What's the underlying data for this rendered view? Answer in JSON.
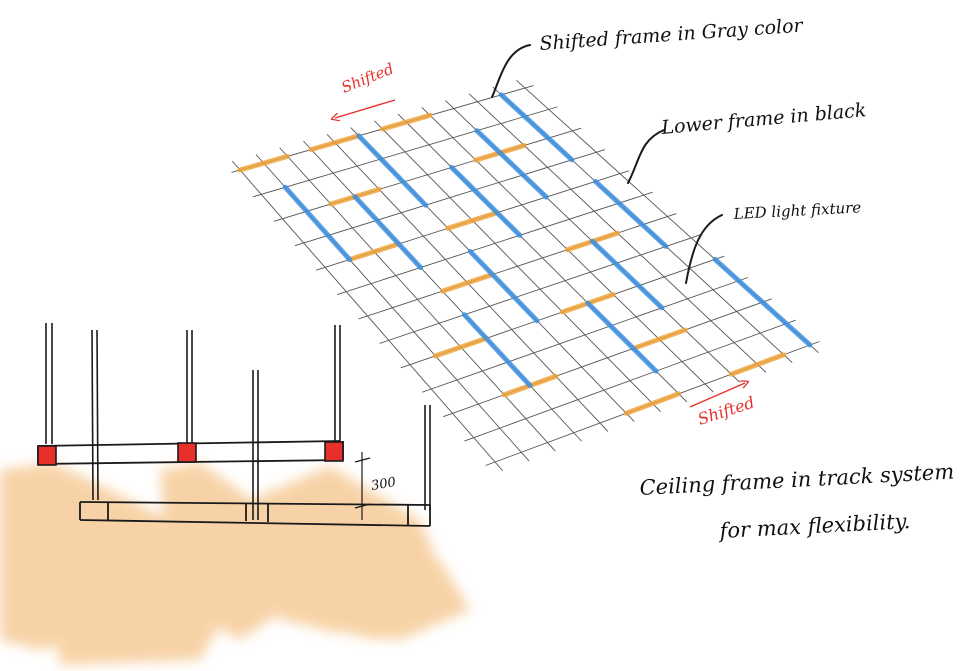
{
  "labels": {
    "shifted_gray": "Shifted frame in Gray color",
    "lower_black": "Lower frame in black",
    "led": "LED light fixture",
    "shifted_top": "Shifted",
    "shifted_bottom": "Shifted",
    "dimension": "300",
    "caption_line1": "Ceiling frame in track system",
    "caption_line2": "for max flexibility."
  },
  "colors": {
    "ink": "#1a1a1a",
    "grid": "#555555",
    "orange": "#f2a43a",
    "blue": "#3b8fe0",
    "red": "#e8302a",
    "wash": "#f5c48a"
  }
}
